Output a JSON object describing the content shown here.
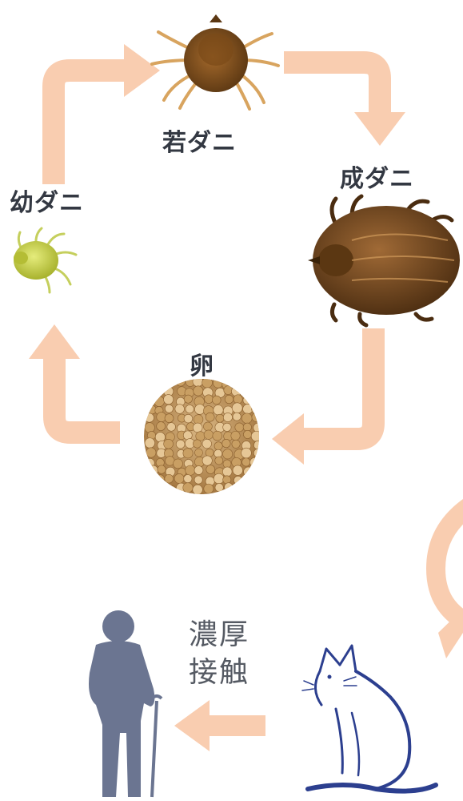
{
  "stages": {
    "nymph": "若ダニ",
    "adult": "成ダニ",
    "larva": "幼ダニ",
    "egg": "卵"
  },
  "transmission": {
    "line1": "濃厚",
    "line2": "接触"
  },
  "colors": {
    "arrow": "#f9cdb0",
    "human": "#6b7591",
    "cat_stroke": "#2c3f8f",
    "text": "#333842"
  },
  "icons": {
    "human": "elderly-person-with-cane-icon",
    "cat": "cat-icon"
  }
}
